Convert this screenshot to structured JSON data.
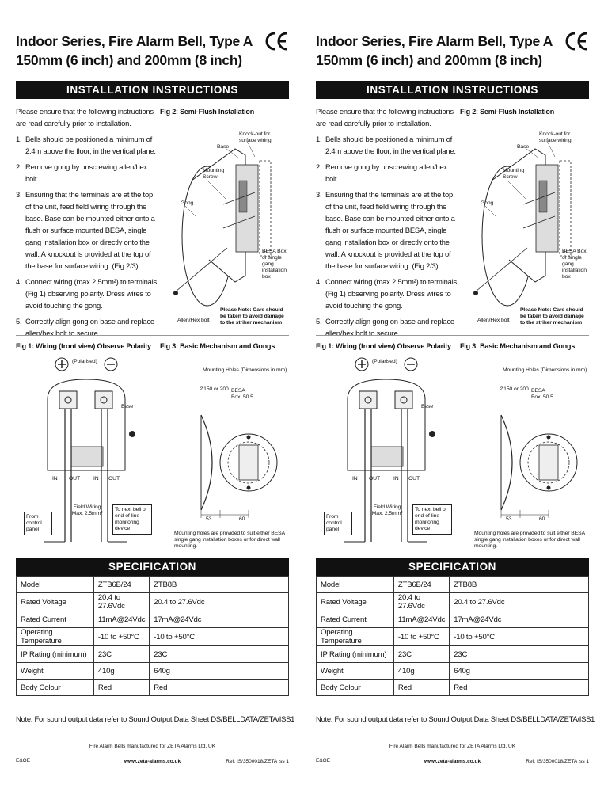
{
  "header": {
    "title_line1": "Indoor Series, Fire Alarm Bell, Type A",
    "title_line2": "150mm (6 inch) and 200mm (8 inch)"
  },
  "installation": {
    "banner": "INSTALLATION INSTRUCTIONS",
    "intro": "Please ensure that the following instructions are read carefully prior to installation.",
    "steps": [
      {
        "num": "1.",
        "text": "Bells should be positioned a minimum of 2.4m above the floor, in the vertical plane."
      },
      {
        "num": "2.",
        "text": "Remove gong by unscrewing allen/hex bolt."
      },
      {
        "num": "3.",
        "text": "Ensuring that the terminals are at the top of the unit, feed field wiring through the base. Base can be mounted either onto a flush or surface mounted BESA, single gang installation box or directly onto the wall. A knockout is provided at the top of the base for surface wiring. (Fig 2/3)"
      },
      {
        "num": "4.",
        "text": "Connect wiring (max 2.5mm²) to terminals (Fig 1) observing polarity. Dress wires to avoid touching the gong."
      },
      {
        "num": "5.",
        "text": "Correctly align gong on base and replace allen/hex bolt to secure."
      }
    ]
  },
  "fig2": {
    "title": "Fig 2: Semi-Flush Installation",
    "labels": {
      "knockout": "Knock-out for surface wiring",
      "base": "Base",
      "mounting_screw": "Mounting Screw",
      "gong": "Gong",
      "besa_box": "BESA Box or single gang installation box",
      "allen_bolt": "Allen/Hex bolt",
      "care_note": "Please Note: Care should be taken to avoid damage to the striker mechanism"
    }
  },
  "fig1": {
    "title": "Fig 1: Wiring (front view) Observe Polarity",
    "labels": {
      "polarised": "(Polarised)",
      "base": "Base",
      "in1": "IN",
      "out1": "OUT",
      "in2": "IN",
      "out2": "OUT",
      "from_panel": "From control panel",
      "field_wiring": "Field Wiring Max. 2.5mm²",
      "next_bell": "To next bell or end-of-line monitoring device"
    }
  },
  "fig3": {
    "title": "Fig 3: Basic Mechanism and Gongs",
    "labels": {
      "mounting_holes": "Mounting Holes (Dimensions in mm)",
      "diameter": "Ø150 or 200",
      "besa_box": "BESA Box. 50.5",
      "dim53": "53",
      "dim60": "60",
      "note": "Mounting holes are provided to suit either BESA single gang installation boxes or for direct wall mounting."
    }
  },
  "specification": {
    "banner": "SPECIFICATION",
    "rows": [
      [
        "Model",
        "ZTB6B/24",
        "ZTB8B"
      ],
      [
        "Rated Voltage",
        "20.4 to 27.6Vdc",
        "20.4 to 27.6Vdc"
      ],
      [
        "Rated Current",
        "11mA@24Vdc",
        "17mA@24Vdc"
      ],
      [
        "Operating Temperature",
        "-10 to +50°C",
        "-10 to +50°C"
      ],
      [
        "IP Rating (minimum)",
        "23C",
        "23C"
      ],
      [
        "Weight",
        "410g",
        "640g"
      ],
      [
        "Body Colour",
        "Red",
        "Red"
      ]
    ]
  },
  "note": "Note: For sound output data refer to Sound Output Data Sheet DS/BELLDATA/ZETA/ISS1",
  "footer": {
    "manufacturer": "Fire Alarm Bells manufactured for ZETA Alarms Ltd. UK",
    "eoe": "E&OE",
    "website": "www.zeta-alarms.co.uk",
    "ref": "Ref: IS/3500018/ZETA iss 1"
  }
}
